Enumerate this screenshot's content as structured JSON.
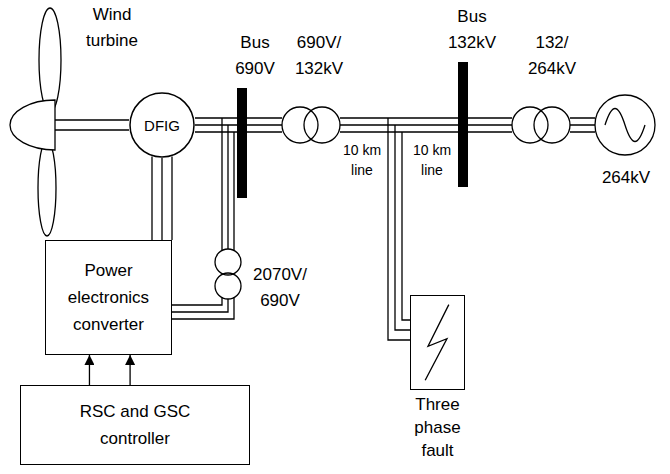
{
  "diagram": {
    "nodes": [
      {
        "text": [
          "DFIG"
        ]
      },
      {
        "text": [
          "Power electronics converter"
        ]
      },
      {
        "text": [
          "RSC and GSC controller"
        ]
      },
      {
        "text": [
          "Three phase fault"
        ]
      }
    ],
    "edges": [
      {
        "from": 0,
        "to": 1,
        "arrow": "none"
      },
      {
        "from": 2,
        "to": 1,
        "arrow": "to"
      },
      {
        "from": 2,
        "to": 1,
        "arrow": "to"
      }
    ],
    "labels": [
      "Wind turbine",
      "Bus 690V",
      "690V/ 132kV",
      "Bus 132kV",
      "132/ 264kV",
      "10 km line",
      "10 km line",
      "2070V/ 690V",
      "264kV"
    ]
  }
}
